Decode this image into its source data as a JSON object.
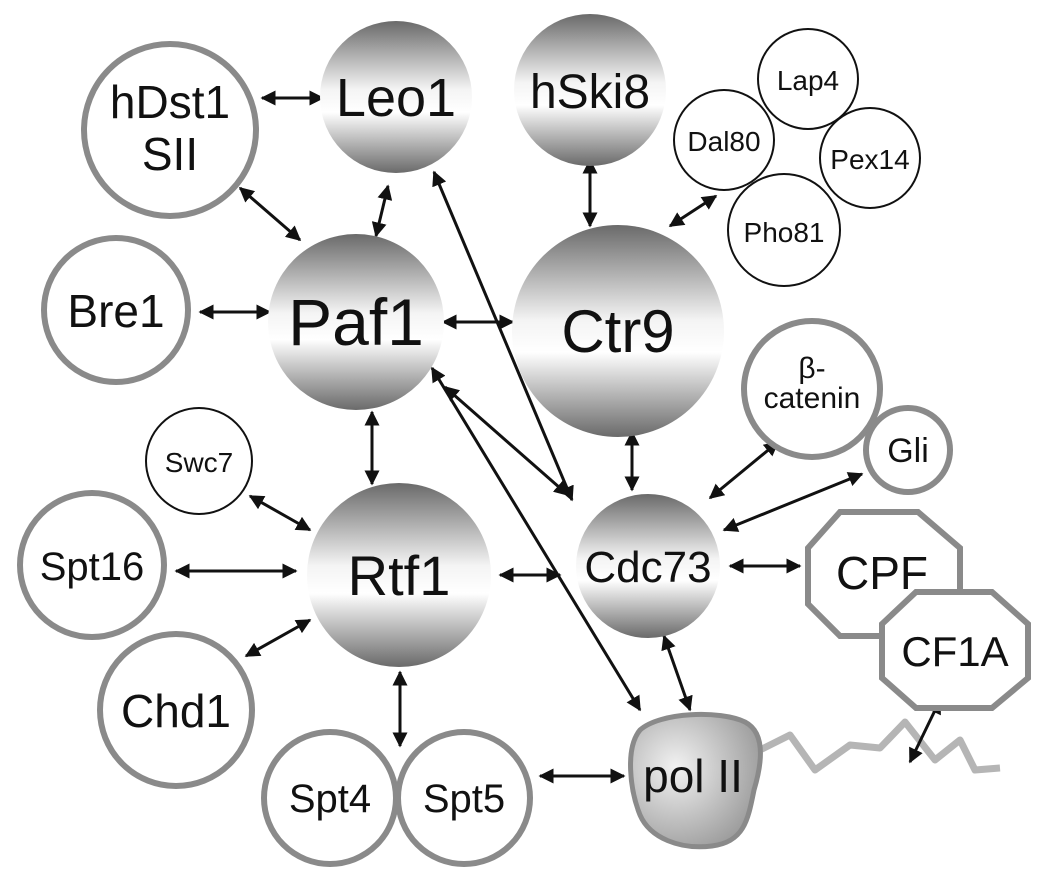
{
  "colors": {
    "outline_gray": "#8a8a8a",
    "arrow": "#111111",
    "sphere_light": "#ffffff",
    "sphere_dark": "#6e6e6e",
    "tail_gray": "#b5b5b5"
  },
  "nodes": {
    "hdst1": {
      "line1": "hDst1",
      "line2": "SII"
    },
    "leo1": {
      "label": "Leo1"
    },
    "hski8": {
      "label": "hSki8"
    },
    "lap4": {
      "label": "Lap4"
    },
    "dal80": {
      "label": "Dal80"
    },
    "pex14": {
      "label": "Pex14"
    },
    "pho81": {
      "label": "Pho81"
    },
    "bre1": {
      "label": "Bre1"
    },
    "paf1": {
      "label": "Paf1"
    },
    "ctr9": {
      "label": "Ctr9"
    },
    "beta_catenin": {
      "line1": "β-",
      "line2": "catenin"
    },
    "gli": {
      "label": "Gli"
    },
    "swc7": {
      "label": "Swc7"
    },
    "spt16": {
      "label": "Spt16"
    },
    "rtf1": {
      "label": "Rtf1"
    },
    "cdc73": {
      "label": "Cdc73"
    },
    "cpf": {
      "label": "CPF"
    },
    "cf1a": {
      "label": "CF1A"
    },
    "chd1": {
      "label": "Chd1"
    },
    "spt4": {
      "label": "Spt4"
    },
    "spt5": {
      "label": "Spt5"
    },
    "pol_ii": {
      "label": "pol II"
    }
  }
}
